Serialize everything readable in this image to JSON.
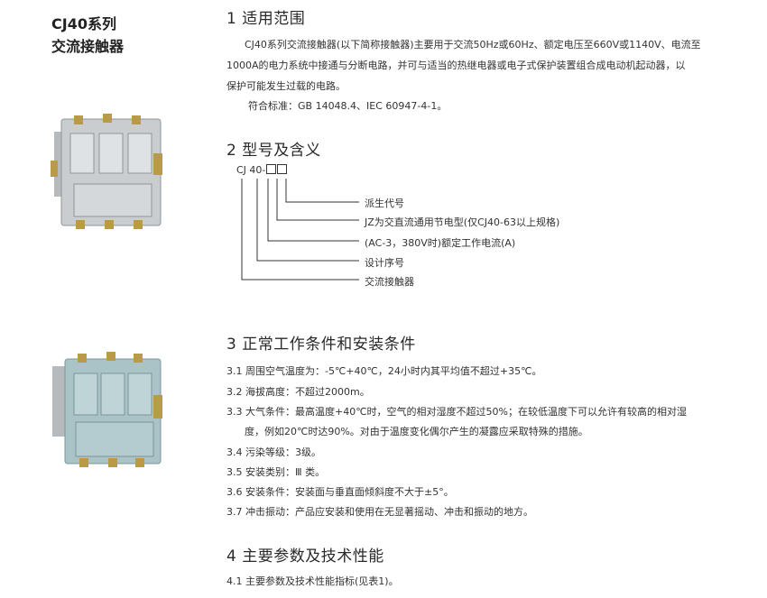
{
  "title": {
    "line1": "CJ40系列",
    "line2": "交流接触器"
  },
  "section1": {
    "heading": "1 适用范围",
    "para_line1": "CJ40系列交流接触器(以下简称接触器)主要用于交流50Hz或60Hz、额定电压至660V或1140V、电流至",
    "para_line2": "1000A的电力系统中接通与分断电路，并可与适当的热继电器或电子式保护装置组合成电动机起动器，以",
    "para_line3": "保护可能发生过载的电路。",
    "standard": "符合标准：GB 14048.4、IEC 60947-4-1。"
  },
  "section2": {
    "heading": "2 型号及含义",
    "code_prefix": "CJ 40-",
    "labels": [
      "派生代号",
      "JZ为交直流通用节电型(仅CJ40-63以上规格)",
      "(AC-3，380V时)额定工作电流(A)",
      "设计序号",
      "交流接触器"
    ]
  },
  "section3": {
    "heading": "3 正常工作条件和安装条件",
    "items": [
      "3.1 周围空气温度为：-5℃+40℃，24小时内其平均值不超过+35℃。",
      "3.2 海拔高度：不超过2000m。",
      "3.3 大气条件：最高温度+40℃时，空气的相对湿度不超过50%；在较低温度下可以允许有较高的相对湿",
      "度，例如20℃时达90%。对由于温度变化偶尔产生的凝露应采取特殊的措施。",
      "3.4 污染等级：3级。",
      "3.5 安装类别：Ⅲ 类。",
      "3.6 安装条件：安装面与垂直面倾斜度不大于±5°。",
      "3.7 冲击振动：产品应安装和使用在无显著摇动、冲击和振动的地方。"
    ]
  },
  "section4": {
    "heading": "4 主要参数及技术性能",
    "item": "4.1 主要参数及技术性能指标(见表1)。"
  },
  "colors": {
    "product_body_1": "#c9cdd0",
    "product_body_2": "#a9c3c6",
    "terminal_brass": "#b89a48"
  }
}
